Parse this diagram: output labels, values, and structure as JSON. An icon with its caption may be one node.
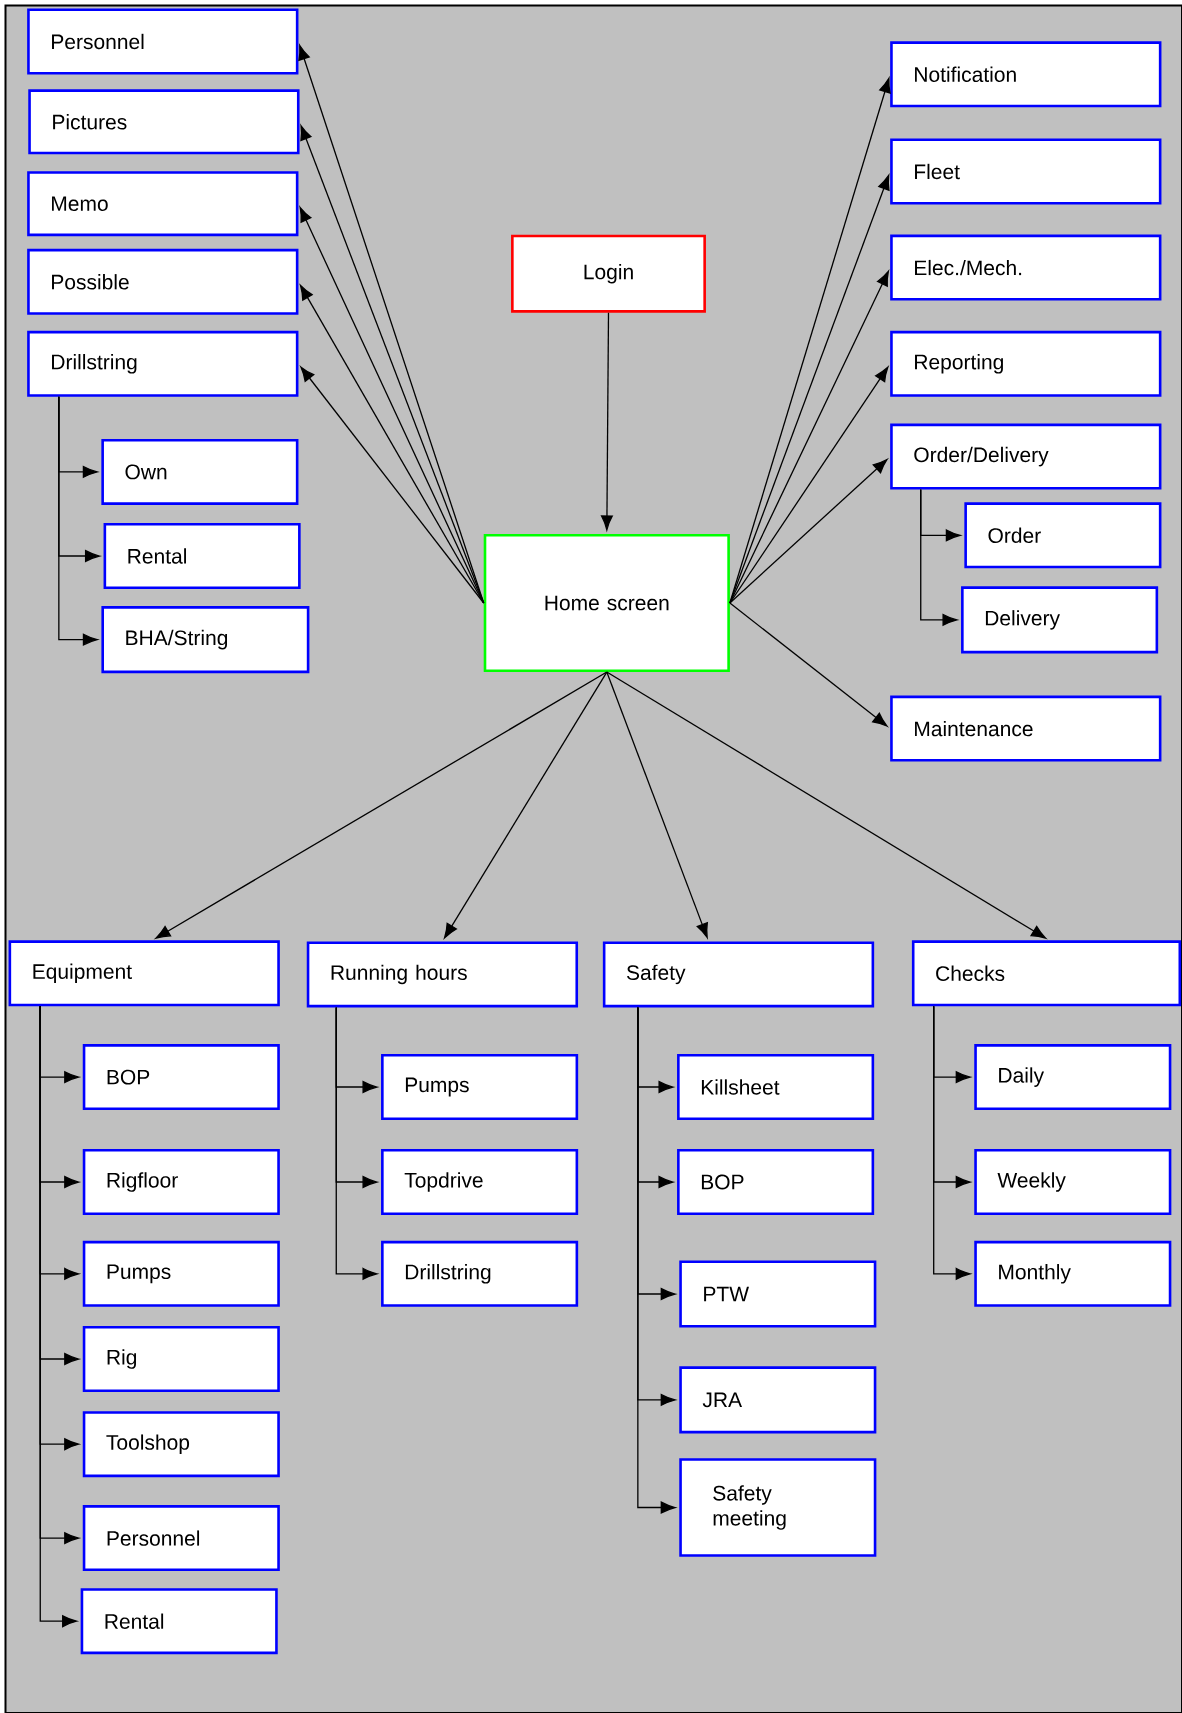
{
  "diagram": {
    "nodes": [
      {
        "text": [
          "Login"
        ]
      },
      {
        "text": [
          "Home screen"
        ]
      },
      {
        "text": [
          "Personnel"
        ]
      },
      {
        "text": [
          "Pictures"
        ]
      },
      {
        "text": [
          "Memo"
        ]
      },
      {
        "text": [
          "Possible"
        ]
      },
      {
        "text": [
          "Drillstring"
        ]
      },
      {
        "text": [
          "Own"
        ]
      },
      {
        "text": [
          "Rental"
        ]
      },
      {
        "text": [
          "BHA/String"
        ]
      },
      {
        "text": [
          "Notification"
        ]
      },
      {
        "text": [
          "Fleet"
        ]
      },
      {
        "text": [
          "Elec./Mech."
        ]
      },
      {
        "text": [
          "Reporting"
        ]
      },
      {
        "text": [
          "Order/Delivery"
        ]
      },
      {
        "text": [
          "Order"
        ]
      },
      {
        "text": [
          "Delivery"
        ]
      },
      {
        "text": [
          "Maintenance"
        ]
      },
      {
        "text": [
          "Equipment"
        ]
      },
      {
        "text": [
          "BOP"
        ]
      },
      {
        "text": [
          "Rigfloor"
        ]
      },
      {
        "text": [
          "Pumps"
        ]
      },
      {
        "text": [
          "Rig"
        ]
      },
      {
        "text": [
          "Toolshop"
        ]
      },
      {
        "text": [
          "Personnel"
        ]
      },
      {
        "text": [
          "Rental"
        ]
      },
      {
        "text": [
          "Running hours"
        ]
      },
      {
        "text": [
          "Pumps"
        ]
      },
      {
        "text": [
          "Topdrive"
        ]
      },
      {
        "text": [
          "Drillstring"
        ]
      },
      {
        "text": [
          "Safety"
        ]
      },
      {
        "text": [
          "Killsheet"
        ]
      },
      {
        "text": [
          "BOP"
        ]
      },
      {
        "text": [
          "PTW"
        ]
      },
      {
        "text": [
          "JRA"
        ]
      },
      {
        "text": [
          "Safety meeting"
        ]
      },
      {
        "text": [
          "Checks"
        ]
      },
      {
        "text": [
          "Daily"
        ]
      },
      {
        "text": [
          "Weekly"
        ]
      },
      {
        "text": [
          "Monthly"
        ]
      }
    ],
    "edges": [
      {
        "from": 0,
        "to": 1,
        "arrow": "to"
      },
      {
        "from": 1,
        "to": 2,
        "arrow": "to"
      },
      {
        "from": 1,
        "to": 3,
        "arrow": "to"
      },
      {
        "from": 1,
        "to": 4,
        "arrow": "to"
      },
      {
        "from": 1,
        "to": 5,
        "arrow": "to"
      },
      {
        "from": 1,
        "to": 6,
        "arrow": "to"
      },
      {
        "from": 6,
        "to": 7,
        "arrow": "to"
      },
      {
        "from": 6,
        "to": 8,
        "arrow": "to"
      },
      {
        "from": 6,
        "to": 9,
        "arrow": "to"
      },
      {
        "from": 1,
        "to": 10,
        "arrow": "to"
      },
      {
        "from": 1,
        "to": 11,
        "arrow": "to"
      },
      {
        "from": 1,
        "to": 12,
        "arrow": "to"
      },
      {
        "from": 1,
        "to": 13,
        "arrow": "to"
      },
      {
        "from": 1,
        "to": 14,
        "arrow": "to"
      },
      {
        "from": 14,
        "to": 15,
        "arrow": "to"
      },
      {
        "from": 14,
        "to": 16,
        "arrow": "to"
      },
      {
        "from": 1,
        "to": 17,
        "arrow": "to"
      },
      {
        "from": 1,
        "to": 18,
        "arrow": "to"
      },
      {
        "from": 1,
        "to": 26,
        "arrow": "to"
      },
      {
        "from": 1,
        "to": 30,
        "arrow": "to"
      },
      {
        "from": 1,
        "to": 36,
        "arrow": "to"
      },
      {
        "from": 18,
        "to": 19,
        "arrow": "to"
      },
      {
        "from": 18,
        "to": 20,
        "arrow": "to"
      },
      {
        "from": 18,
        "to": 21,
        "arrow": "to"
      },
      {
        "from": 18,
        "to": 22,
        "arrow": "to"
      },
      {
        "from": 18,
        "to": 23,
        "arrow": "to"
      },
      {
        "from": 18,
        "to": 24,
        "arrow": "to"
      },
      {
        "from": 18,
        "to": 25,
        "arrow": "to"
      },
      {
        "from": 26,
        "to": 27,
        "arrow": "to"
      },
      {
        "from": 26,
        "to": 28,
        "arrow": "to"
      },
      {
        "from": 26,
        "to": 29,
        "arrow": "to"
      },
      {
        "from": 30,
        "to": 31,
        "arrow": "to"
      },
      {
        "from": 30,
        "to": 32,
        "arrow": "to"
      },
      {
        "from": 30,
        "to": 33,
        "arrow": "to"
      },
      {
        "from": 30,
        "to": 34,
        "arrow": "to"
      },
      {
        "from": 30,
        "to": 35,
        "arrow": "to"
      },
      {
        "from": 36,
        "to": 37,
        "arrow": "to"
      },
      {
        "from": 36,
        "to": 38,
        "arrow": "to"
      },
      {
        "from": 36,
        "to": 39,
        "arrow": "to"
      }
    ]
  }
}
